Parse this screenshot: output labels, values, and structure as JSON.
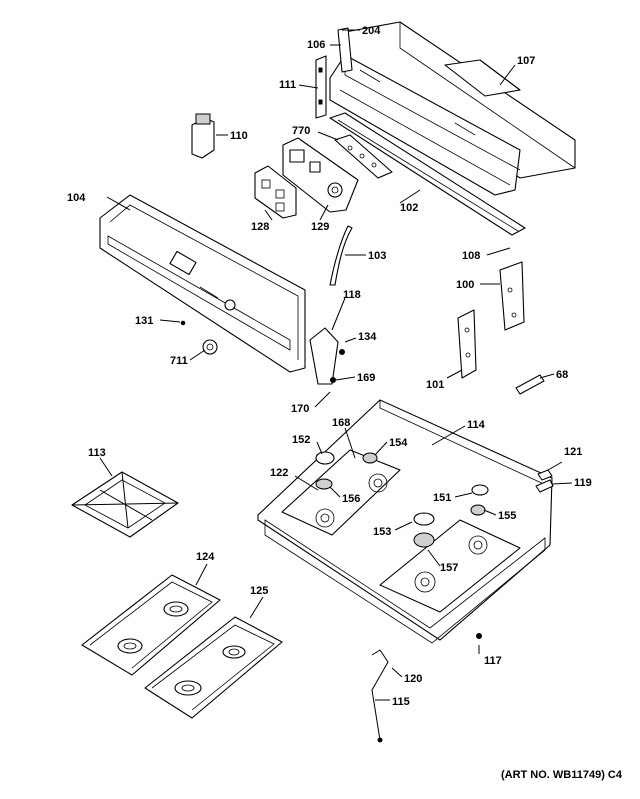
{
  "labels": {
    "p204": "204",
    "p106": "106",
    "p107": "107",
    "p111": "111",
    "p110": "110",
    "p770": "770",
    "p102": "102",
    "p128": "128",
    "p129": "129",
    "p104": "104",
    "p103": "103",
    "p108": "108",
    "p100": "100",
    "p118": "118",
    "p131": "131",
    "p134": "134",
    "p711": "711",
    "p101": "101",
    "p169": "169",
    "p68": "68",
    "p170": "170",
    "p168": "168",
    "p114": "114",
    "p152": "152",
    "p154": "154",
    "p113": "113",
    "p121": "121",
    "p122": "122",
    "p119": "119",
    "p156": "156",
    "p151": "151",
    "p155": "155",
    "p153": "153",
    "p157": "157",
    "p124": "124",
    "p125": "125",
    "p117": "117",
    "p120": "120",
    "p115": "115"
  },
  "art_number": "(ART NO. WB11749) C4"
}
